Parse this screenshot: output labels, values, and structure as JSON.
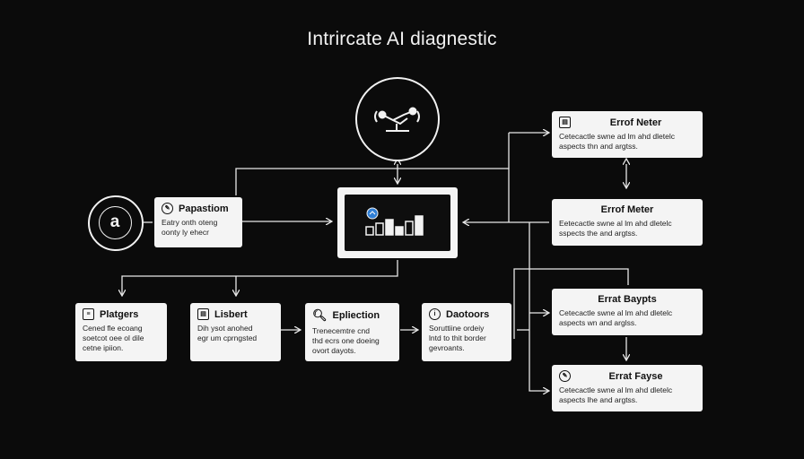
{
  "title": "Intrircate AI diagnestic",
  "central_icon": "robot-drone-icon",
  "left_circle_icon": "circled-a-icon",
  "monitor_icon": "bar-chart-monitor-icon",
  "input_box": {
    "title": "Papastiom",
    "body": [
      "Eatry onth oteng",
      "oonty ly ehecr"
    ]
  },
  "bottom_boxes": [
    {
      "title": "Platgers",
      "body": [
        "Cened fle ecoang",
        "soetcot oee ol dile",
        "cetne ipiion."
      ]
    },
    {
      "title": "Lisbert",
      "body": [
        "Dih ysot anohed",
        "egr um cprngsted"
      ]
    },
    {
      "title": "Epliection",
      "body": [
        "Trenecemtre cnd",
        "thd ecrs one doeing",
        "ovort dayots."
      ]
    },
    {
      "title": "Daotoors",
      "body": [
        "Soruttiine ordeiy",
        "lntd to thit border",
        "gevroants."
      ]
    }
  ],
  "right_boxes": [
    {
      "title": "Errof Neter",
      "body": [
        "Cetecactle swne ad lm ahd dletelc",
        "aspects thn and argtss."
      ]
    },
    {
      "title": "Errof Meter",
      "body": [
        "Eetecactle swne al lm ahd dletelc",
        "sspects the and argtss."
      ]
    },
    {
      "title": "Errat Baypts",
      "body": [
        "Cetecactle swne al lm ahd dletelc",
        "aspects wn and arglss."
      ]
    },
    {
      "title": "Errat Fayse",
      "body": [
        "Cetecactle swne al lm ahd dletelc",
        "aspects lhe and argtss."
      ]
    }
  ]
}
